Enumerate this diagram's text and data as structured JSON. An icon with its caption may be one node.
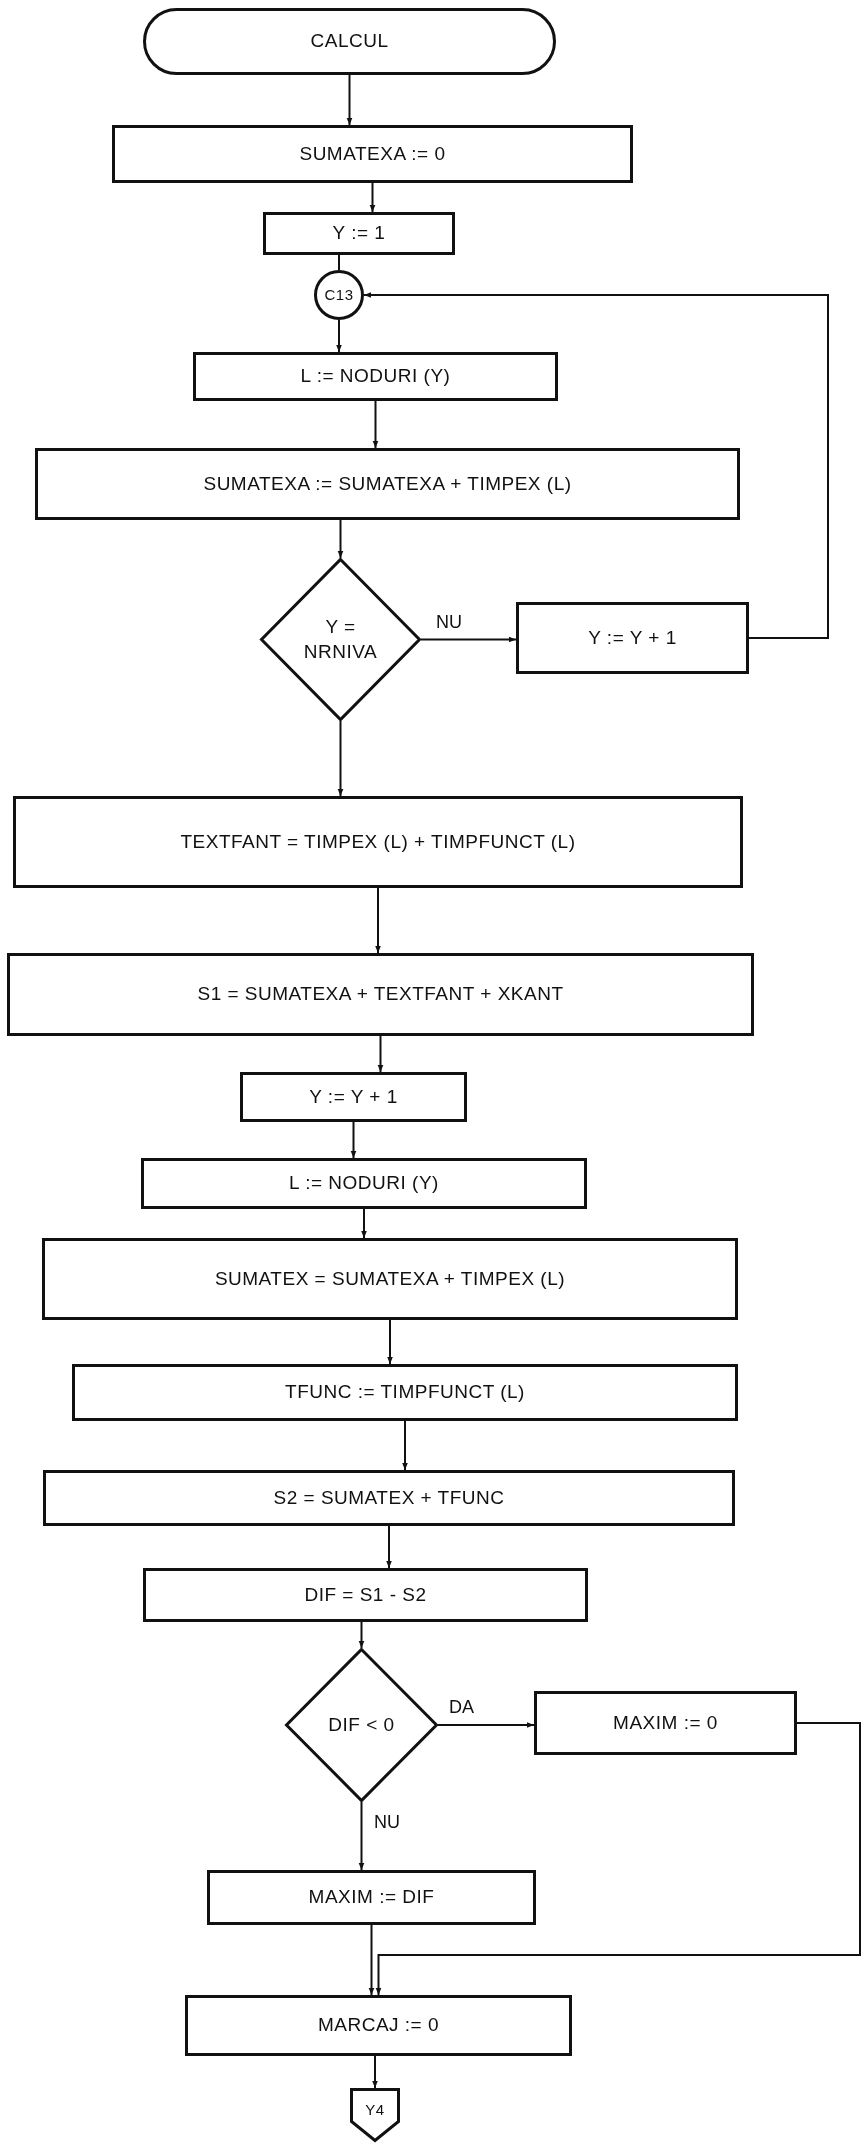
{
  "diagram": {
    "nodes": [
      {
        "text": [
          "CALCUL"
        ]
      },
      {
        "text": [
          "SUMATEXA := 0"
        ]
      },
      {
        "text": [
          "Y := 1"
        ]
      },
      {
        "text": [
          "C13"
        ]
      },
      {
        "text": [
          "L := NODURI (Y)"
        ]
      },
      {
        "text": [
          "SUMATEXA := SUMATEXA + TIMPEX (L)"
        ]
      },
      {
        "text": [
          "Y = NRNIVA"
        ]
      },
      {
        "text": [
          "Y := Y + 1"
        ]
      },
      {
        "text": [
          "TEXTFANT = TIMPEX (L) + TIMPFUNCT (L)"
        ]
      },
      {
        "text": [
          "S1 = SUMATEXA + TEXTFANT + XKANT"
        ]
      },
      {
        "text": [
          "Y := Y + 1"
        ]
      },
      {
        "text": [
          "L := NODURI (Y)"
        ]
      },
      {
        "text": [
          "SUMATEX = SUMATEXA + TIMPEX (L)"
        ]
      },
      {
        "text": [
          "TFUNC := TIMPFUNCT (L)"
        ]
      },
      {
        "text": [
          "S2 = SUMATEX + TFUNC"
        ]
      },
      {
        "text": [
          "DIF = S1 - S2"
        ]
      },
      {
        "text": [
          "DIF < 0"
        ]
      },
      {
        "text": [
          "MAXIM := 0"
        ]
      },
      {
        "text": [
          "MAXIM := DIF"
        ]
      },
      {
        "text": [
          "MARCAJ := 0"
        ]
      },
      {
        "text": [
          "Y4"
        ]
      }
    ],
    "edges": [
      {
        "from": 0,
        "to": 1,
        "arrow": "to"
      },
      {
        "from": 1,
        "to": 2,
        "arrow": "to"
      },
      {
        "from": 2,
        "to": 3,
        "arrow": "none"
      },
      {
        "from": 3,
        "to": 4,
        "arrow": "to"
      },
      {
        "from": 4,
        "to": 5,
        "arrow": "to"
      },
      {
        "from": 5,
        "to": 6,
        "arrow": "to"
      },
      {
        "from": 6,
        "to": 7,
        "arrow": "to",
        "label": "NU"
      },
      {
        "from": 7,
        "to": 3,
        "arrow": "to"
      },
      {
        "from": 6,
        "to": 8,
        "arrow": "to"
      },
      {
        "from": 8,
        "to": 9,
        "arrow": "to"
      },
      {
        "from": 9,
        "to": 10,
        "arrow": "to"
      },
      {
        "from": 10,
        "to": 11,
        "arrow": "to"
      },
      {
        "from": 11,
        "to": 12,
        "arrow": "to"
      },
      {
        "from": 12,
        "to": 13,
        "arrow": "to"
      },
      {
        "from": 13,
        "to": 14,
        "arrow": "to"
      },
      {
        "from": 14,
        "to": 15,
        "arrow": "to"
      },
      {
        "from": 15,
        "to": 16,
        "arrow": "to"
      },
      {
        "from": 16,
        "to": 17,
        "arrow": "to",
        "label": "DA"
      },
      {
        "from": 16,
        "to": 18,
        "arrow": "to",
        "label": "NU"
      },
      {
        "from": 17,
        "to": 19,
        "arrow": "to"
      },
      {
        "from": 18,
        "to": 19,
        "arrow": "to"
      },
      {
        "from": 19,
        "to": 20,
        "arrow": "to"
      }
    ]
  }
}
